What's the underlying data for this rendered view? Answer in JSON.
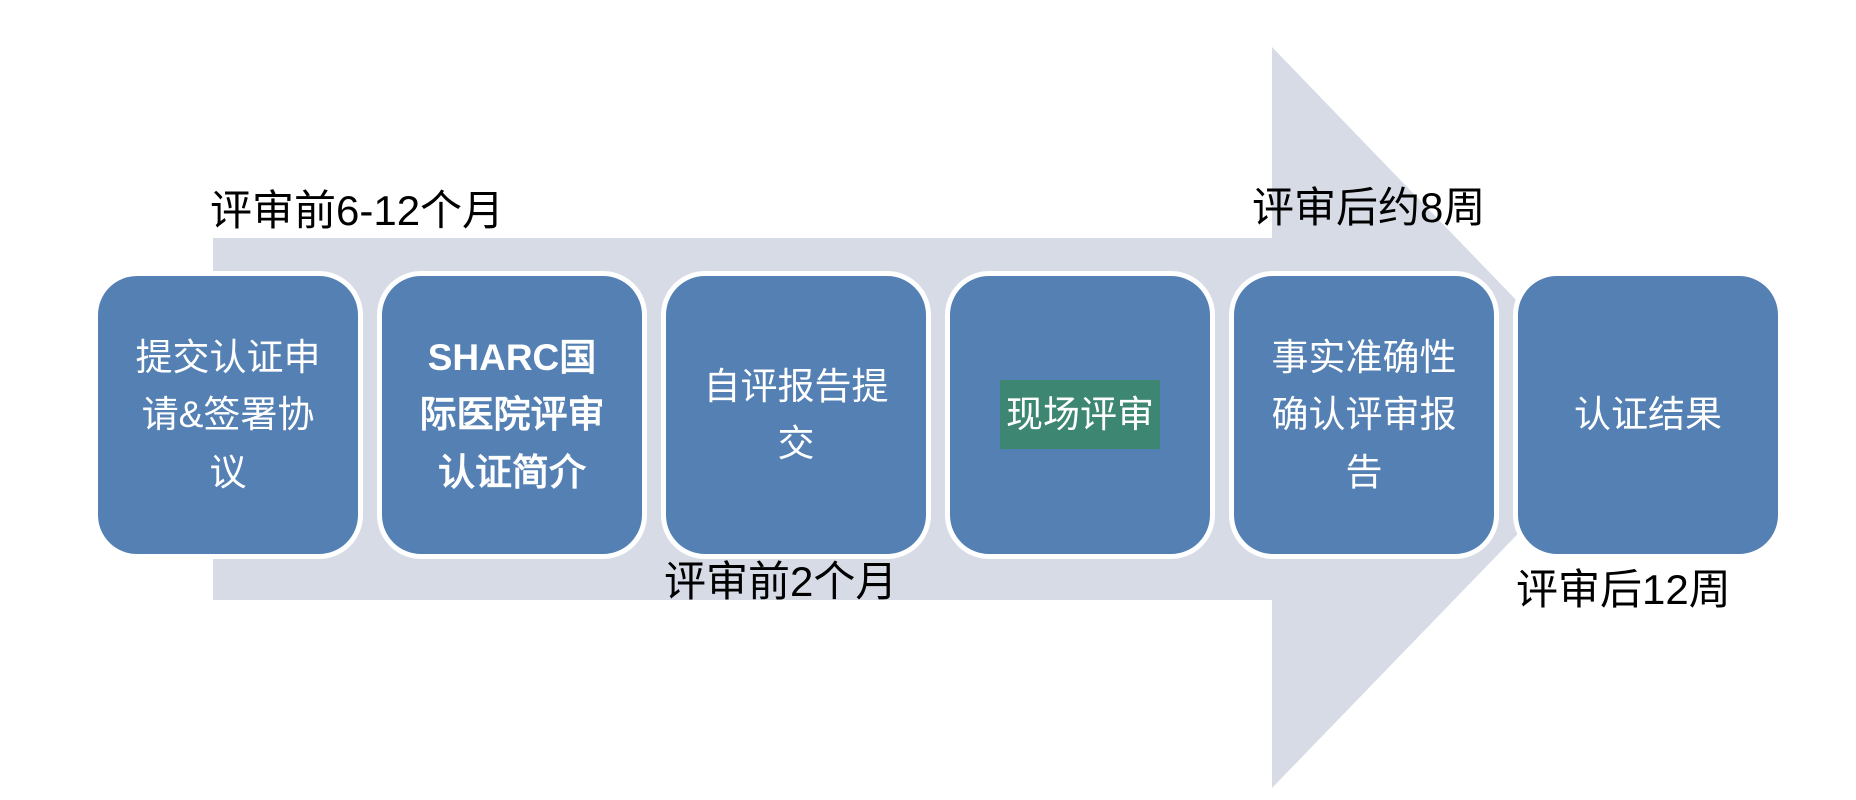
{
  "diagram": {
    "type": "process-arrow-timeline",
    "steps": [
      {
        "label": "提交认证申\n请&签署协\n议",
        "emphasis": "normal"
      },
      {
        "label": "SHARC国\n际医院评审\n认证简介",
        "emphasis": "bold"
      },
      {
        "label": "自评报告提\n交",
        "emphasis": "normal"
      },
      {
        "label": "现场评审",
        "emphasis": "highlighted"
      },
      {
        "label": "事实准确性\n确认评审报\n告",
        "emphasis": "normal"
      },
      {
        "label": "认证结果",
        "emphasis": "normal"
      }
    ],
    "annotations": {
      "top_left": "评审前6-12个月",
      "top_right": "评审后约8周",
      "bottom_middle": "评审前2个月",
      "bottom_right": "评审后12周"
    },
    "colors": {
      "background": "#FFFFFF",
      "arrow_band": "#D6DBE6",
      "step_fill": "#5480B4",
      "step_border": "#FFFFFF",
      "step_text": "#FFFFFF",
      "highlight_fill": "#3D8672",
      "annotation_text": "#000000"
    }
  }
}
